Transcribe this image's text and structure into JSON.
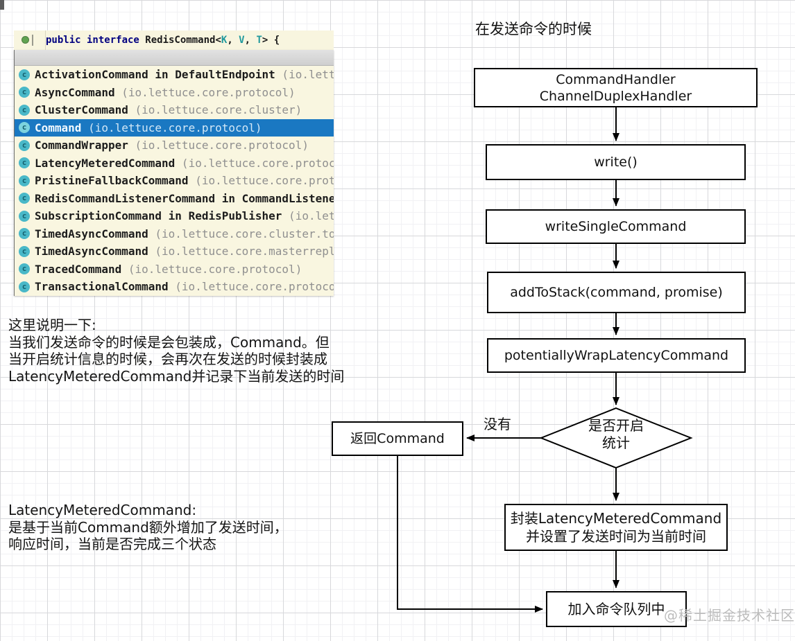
{
  "colors": {
    "selection-blue": "#1a78c2",
    "icon-teal": "#49b8c8",
    "keyword-navy": "#000080",
    "type-teal": "#20999d",
    "popup-bg": "#f9f6e0",
    "package-gray": "#8f8f8f"
  },
  "editor": {
    "code_line": {
      "keyword": "public interface",
      "name": " RedisCommand",
      "lt": "<",
      "k": "K",
      "c1": ", ",
      "v": "V",
      "c2": ", ",
      "t": "T",
      "end": "> {"
    },
    "icon_letter": "c",
    "popup": {
      "items": [
        {
          "name": "ActivationCommand",
          "ctx": " in DefaultEndpoint",
          "pkg": " (io.lettuce"
        },
        {
          "name": "AsyncCommand",
          "ctx": "",
          "pkg": " (io.lettuce.core.protocol)"
        },
        {
          "name": "ClusterCommand",
          "ctx": "",
          "pkg": " (io.lettuce.core.cluster)"
        },
        {
          "name": "Command",
          "ctx": "",
          "pkg": " (io.lettuce.core.protocol)"
        },
        {
          "name": "CommandWrapper",
          "ctx": "",
          "pkg": " (io.lettuce.core.protocol)"
        },
        {
          "name": "LatencyMeteredCommand",
          "ctx": "",
          "pkg": " (io.lettuce.core.protocol)"
        },
        {
          "name": "PristineFallbackCommand",
          "ctx": "",
          "pkg": " (io.lettuce.core.protoco"
        },
        {
          "name": "RedisCommandListenerCommand",
          "ctx": " in CommandListenerWr",
          "pkg": ""
        },
        {
          "name": "SubscriptionCommand",
          "ctx": " in RedisPublisher",
          "pkg": " (io.lettuc"
        },
        {
          "name": "TimedAsyncCommand",
          "ctx": "",
          "pkg": " (io.lettuce.core.cluster.topolo"
        },
        {
          "name": "TimedAsyncCommand",
          "ctx": "",
          "pkg": " (io.lettuce.core.masterreplica"
        },
        {
          "name": "TracedCommand",
          "ctx": "",
          "pkg": " (io.lettuce.core.protocol)"
        },
        {
          "name": "TransactionalCommand",
          "ctx": "",
          "pkg": " (io.lettuce.core.protocol)"
        }
      ]
    }
  },
  "notes": {
    "block1": {
      "l0": "这里说明一下:",
      "l1": "当我们发送命令的时候是会包装成，Command。但",
      "l2": "当开启统计信息的时候，会再次在发送的时候封装成",
      "l3": "LatencyMeteredCommand并记录下当前发送的时间"
    },
    "block2": {
      "l0": "LatencyMeteredCommand:",
      "l1": "是基于当前Command额外增加了发送时间，",
      "l2": "响应时间，当前是否完成三个状态"
    }
  },
  "flowchart": {
    "title": "在发送命令的时候",
    "nodes": {
      "handler_line1": "CommandHandler",
      "handler_line2": "ChannelDuplexHandler",
      "write": "write()",
      "write_single": "writeSingleCommand",
      "add_to_stack": "addToStack(command, promise)",
      "wrap_latency": "potentiallyWrapLatencyCommand",
      "decision_line1": "是否开启",
      "decision_line2": "统计",
      "return_command": "返回Command",
      "wrap_line1": "封装LatencyMeteredCommand",
      "wrap_line2": "并设置了发送时间为当前时间",
      "enqueue": "加入命令队列中"
    },
    "edge_label_no": "没有",
    "watermark": "@稀土掘金技术社区"
  }
}
